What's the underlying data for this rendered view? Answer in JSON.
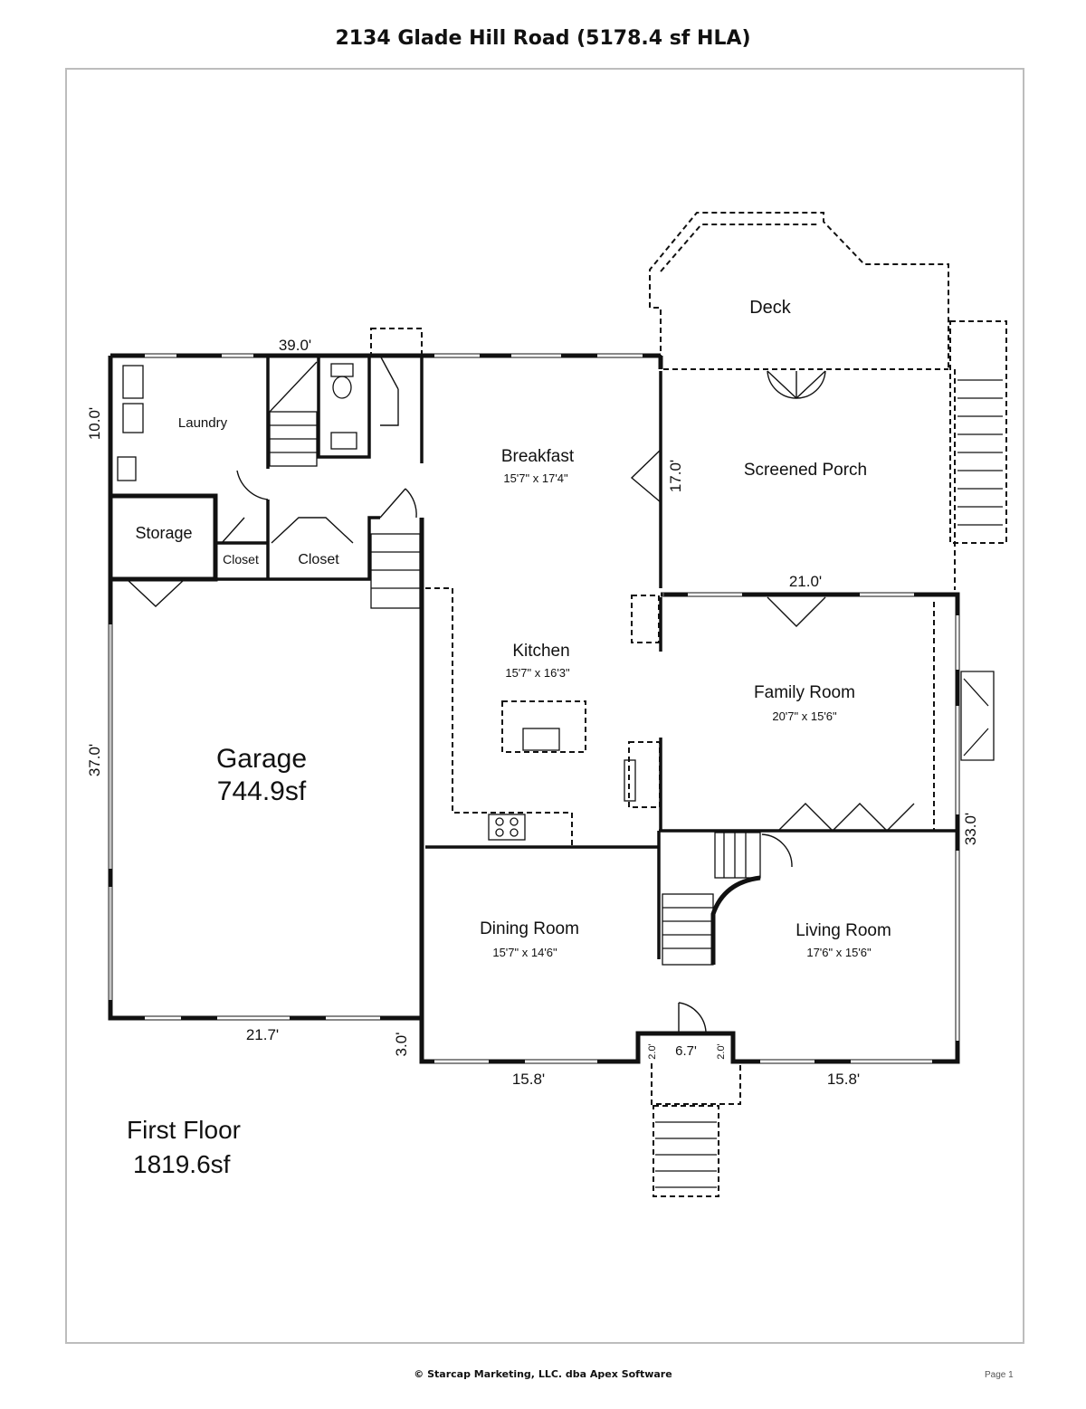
{
  "title": "2134 Glade Hill Road (5178.4 sf HLA)",
  "floor": {
    "name": "First Floor",
    "area": "1819.6sf"
  },
  "rooms": {
    "deck": "Deck",
    "laundry": "Laundry",
    "storage": "Storage",
    "closet1": "Closet",
    "closet2": "Closet",
    "breakfast": "Breakfast",
    "breakfast_dim": "15'7\" x 17'4\"",
    "screened_porch": "Screened Porch",
    "garage": "Garage",
    "garage_area": "744.9sf",
    "kitchen": "Kitchen",
    "kitchen_dim": "15'7\" x 16'3\"",
    "family": "Family Room",
    "family_dim": "20'7\" x 15'6\"",
    "dining": "Dining Room",
    "dining_dim": "15'7\" x 14'6\"",
    "living": "Living Room",
    "living_dim": "17'6\" x 15'6\""
  },
  "dims": {
    "top": "39.0'",
    "left_upper": "10.0'",
    "left_lower": "37.0'",
    "porch_side": "17.0'",
    "porch_width": "21.0'",
    "right": "33.0'",
    "garage_bottom": "21.7'",
    "offset": "3.0'",
    "front_left": "15.8'",
    "front_right": "15.8'",
    "stoop": "6.7'",
    "stoop_l": "2.0'",
    "stoop_r": "2.0'"
  },
  "footer": {
    "copyright": "© Starcap Marketing, LLC. dba Apex Software",
    "page": "Page 1"
  }
}
